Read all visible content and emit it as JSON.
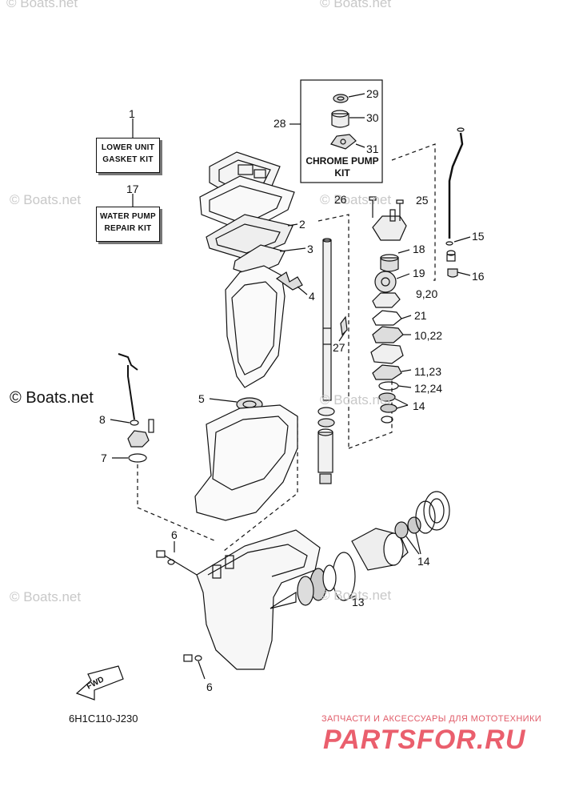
{
  "watermarks": [
    "© Boats.net",
    "© Boats.net",
    "© Boats.net",
    "© Boats.net",
    "© Boats.net",
    "© Boats.net",
    "© Boats.net",
    "© Boats.net"
  ],
  "watermark_dark": "© Boats.net",
  "kits": {
    "gasket": {
      "number": "1",
      "line1": "LOWER UNIT",
      "line2": "GASKET KIT"
    },
    "pump": {
      "number": "17",
      "line1": "WATER PUMP",
      "line2": "REPAIR KIT"
    },
    "chrome": {
      "number": "28",
      "line1": "CHROME PUMP",
      "line2": "KIT"
    }
  },
  "callouts": [
    "29",
    "30",
    "31",
    "26",
    "25",
    "2",
    "3",
    "4",
    "15",
    "18",
    "16",
    "19",
    "9,20",
    "21",
    "10,22",
    "27",
    "11,23",
    "12,24",
    "5",
    "14",
    "8",
    "7",
    "6",
    "14",
    "13",
    "6"
  ],
  "diagram_code": "6H1C110-J230",
  "fwd_label": "FWD",
  "footer": {
    "tagline": "ЗАПЧАСТИ И АКСЕССУАРЫ ДЛЯ МОТОТЕХНИКИ",
    "brand": "PARTSFOR.RU"
  }
}
